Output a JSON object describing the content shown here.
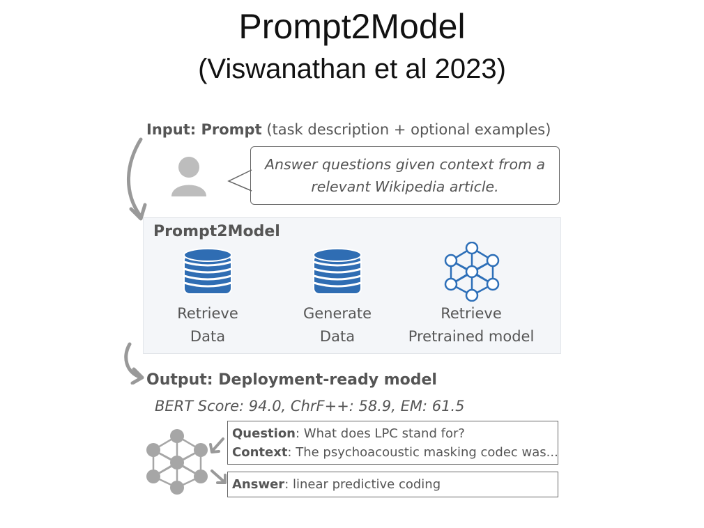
{
  "title": "Prompt2Model",
  "subtitle": "(Viswanathan et al 2023)",
  "input": {
    "label": "Input: Prompt",
    "detail": "(task description + optional examples)",
    "prompt_text": "Answer questions given context from a relevant Wikipedia article."
  },
  "pipeline": {
    "title": "Prompt2Model",
    "components": [
      {
        "line1": "Retrieve",
        "line2": "Data",
        "icon": "database-icon"
      },
      {
        "line1": "Generate",
        "line2": "Data",
        "icon": "database-icon"
      },
      {
        "line1": "Retrieve",
        "line2": "Pretrained model",
        "icon": "neural-network-icon"
      }
    ]
  },
  "output": {
    "label": "Output: Deployment-ready model",
    "scores": "BERT Score: 94.0, ChrF++: 58.9, EM: 61.5",
    "question_label": "Question",
    "question_text": ": What does LPC stand for?",
    "context_label": "Context",
    "context_text": ": The psychoacoustic masking codec was...",
    "answer_label": "Answer",
    "answer_text": ": linear predictive coding"
  },
  "colors": {
    "db_blue": "#2f6db3",
    "nn_blue": "#2d6fb8",
    "arrow_gray": "#999999",
    "panel_bg": "#f4f6f9"
  }
}
